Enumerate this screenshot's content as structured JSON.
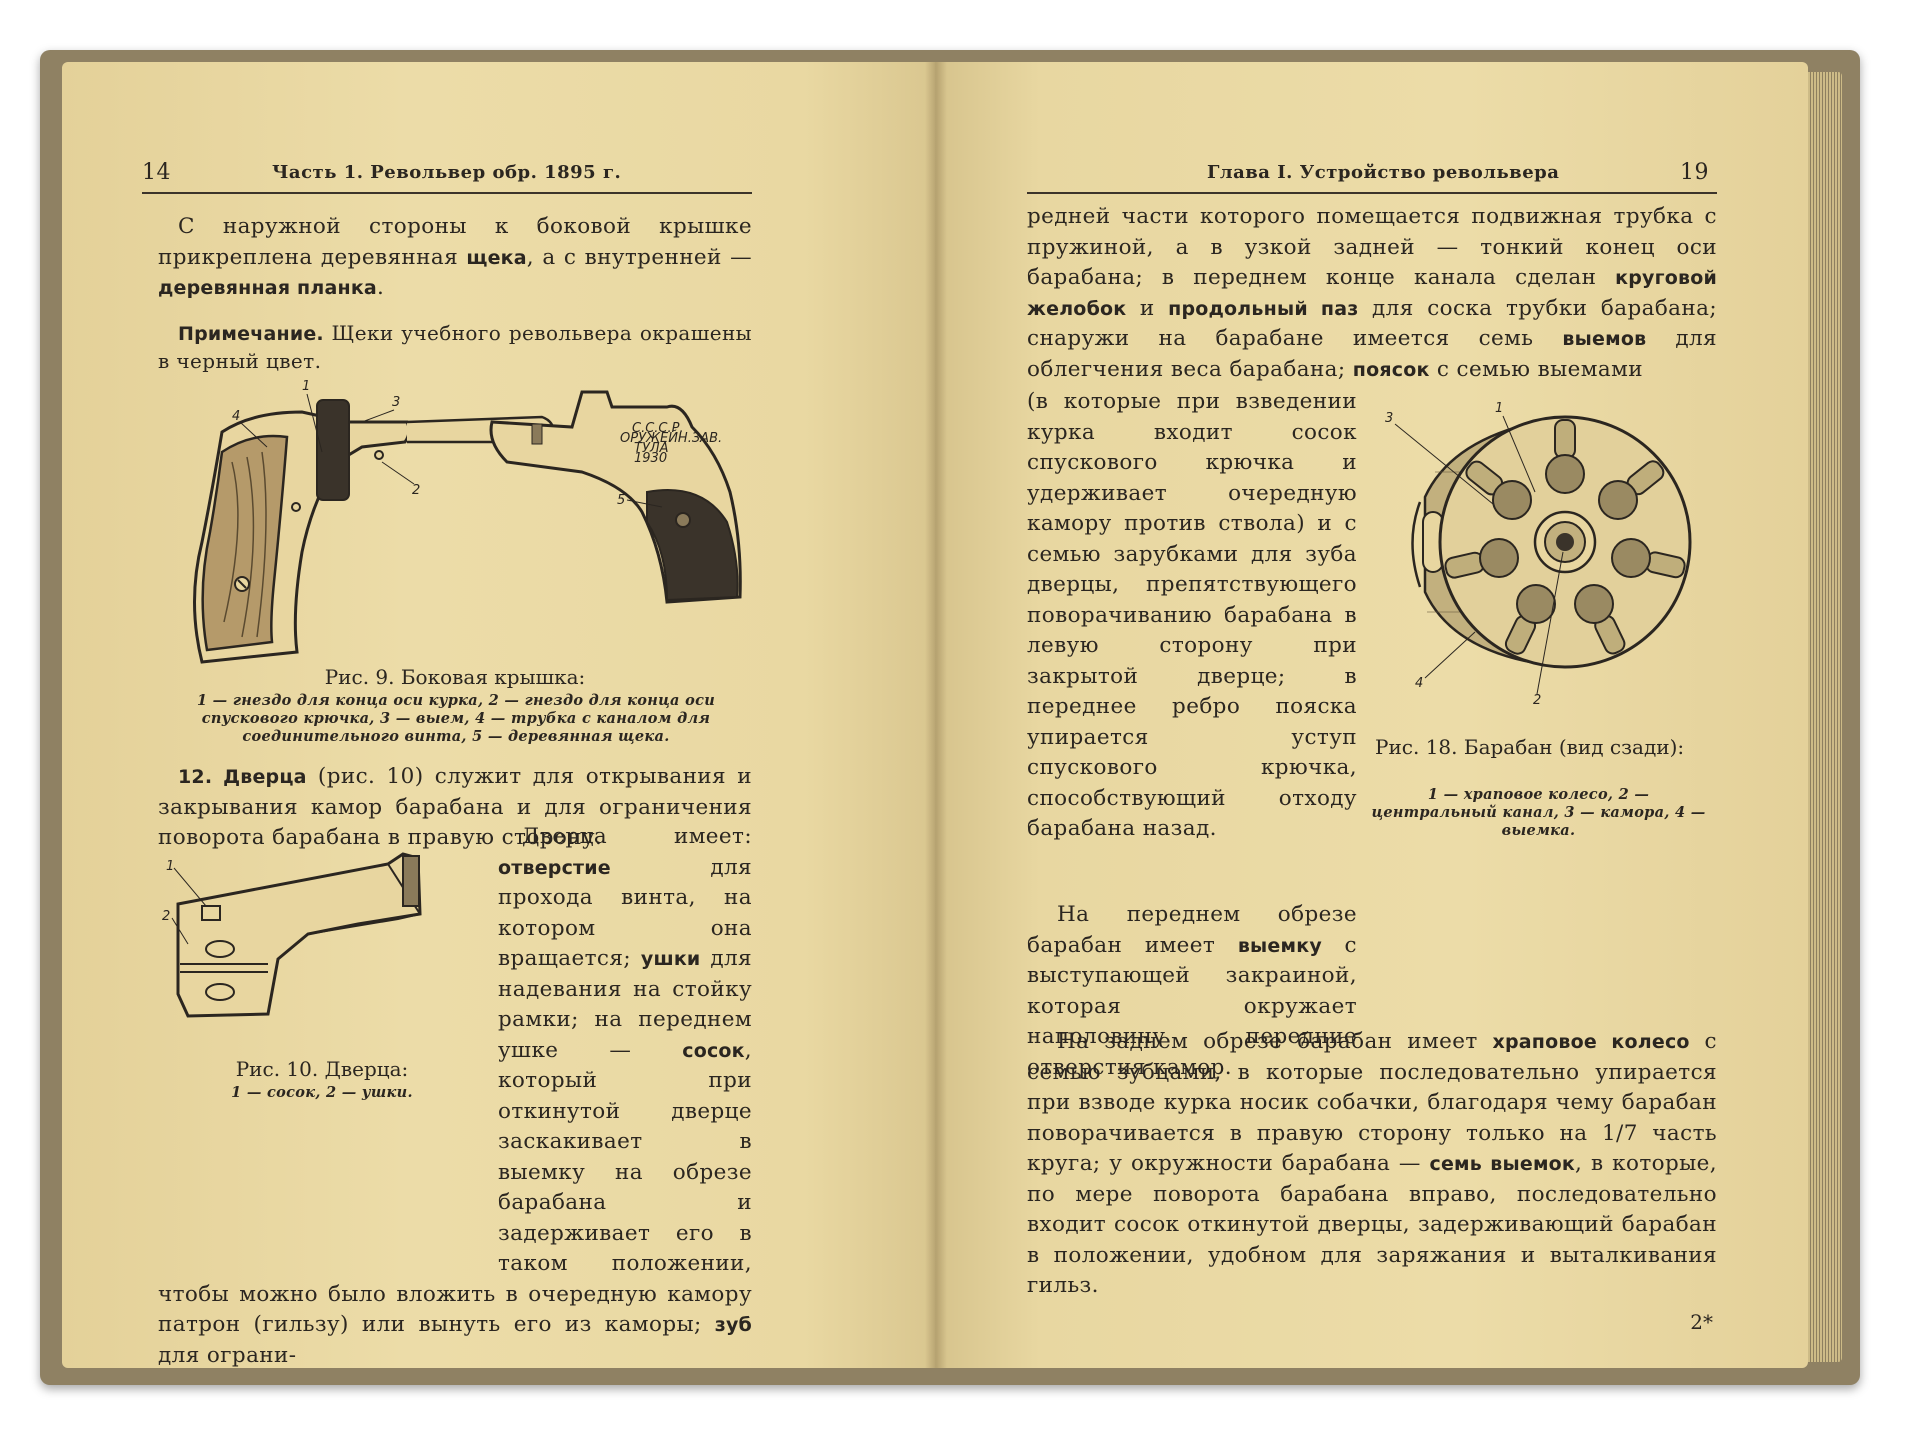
{
  "left_page": {
    "page_number": "14",
    "running_head": "Часть 1. Револьвер обр. 1895 г.",
    "para1": {
      "t1": "С наружной стороны к боковой крышке прикреплена деревянная ",
      "b1": "щека",
      "t2": ", а с внутренней — ",
      "b2": "деревянная планка",
      "t3": "."
    },
    "note": {
      "label": "Примечание.",
      "text": " Щеки учебного револьвера окрашены в черный цвет."
    },
    "fig9": {
      "caption": "Рис. 9. Боковая крышка:",
      "legend": "1 — гнездо для конца оси курка, 2 — гнездо для конца оси спускового крючка, 3 — выем, 4 — трубка с каналом для соединительного винта, 5 — деревянная щека.",
      "labels": [
        "1",
        "2",
        "3",
        "4",
        "5"
      ],
      "stamp": [
        "С.С.С.Р.",
        "ОРУЖЕЙН.ЗАВ.",
        "ТУЛА",
        "1930"
      ]
    },
    "para2": {
      "b1": "12. Дверца",
      "t1": " (рис. 10) служит для открывания и закрывания камор барабана и для ограничения поворота барабана в правую сторону."
    },
    "para3": {
      "t1": "Дверца имеет: ",
      "b1": "отверстие",
      "t2": " для прохода винта, на котором она вращается; ",
      "b2": "ушки",
      "t3": " для надевания на стойку рамки; на переднем ушке — ",
      "b3": "сосок",
      "t4": ", который при откинутой дверце заскакивает в выемку на обрезе барабана и задерживает его в таком положении, чтобы можно было вложить в очередную камору патрон (гильзу) или вынуть его из каморы; ",
      "b4": "зуб",
      "t5": " для ограни-"
    },
    "fig10": {
      "caption": "Рис. 10. Дверца:",
      "legend": "1 — сосок, 2 — ушки.",
      "labels": [
        "1",
        "2"
      ]
    }
  },
  "right_page": {
    "page_number": "19",
    "running_head": "Глава I. Устройство револьвера",
    "para1": {
      "t1": "редней части которого помещается подвижная трубка с пружиной, а в узкой задней — тонкий конец оси барабана; в переднем конце канала сделан ",
      "b1": "круговой желобок",
      "t2": " и ",
      "b2": "продольный паз",
      "t3": " для соска трубки барабана; снаружи на барабане имеется семь ",
      "b3": "выемов",
      "t4": " для облегчения веса барабана; ",
      "b4": "поясок",
      "t5": " с семью выемами"
    },
    "para1_cont": "(в которые при взведении курка входит сосок спускового крючка и удерживает очередную камору против ствола) и с семью зарубками для зуба дверцы, препятствующего поворачиванию барабана в левую сторону при закрытой дверце; в переднее ребро пояска упирается уступ спускового крючка, способствующий отходу барабана назад.",
    "para2": {
      "t1": "На переднем обрезе барабан имеет ",
      "b1": "выемку",
      "t2": " с выступающей закраиной, которая окружает наполовину передние отверстия камор."
    },
    "para3": {
      "t1": "На заднем обрезе барабан имеет ",
      "b1": "храповое колесо",
      "t2": " с семью зубцами, в которые последовательно упирается при взводе курка носик собачки, благодаря чему барабан поворачивается в правую сторону только на ",
      "frac": "1/7",
      "t3": " часть круга; у окружности барабана — ",
      "b2": "семь выемок",
      "t4": ", в которые, по мере поворота барабана вправо, последовательно входит сосок откинутой дверцы, задерживающий барабан в положении, удобном для заряжания и выталкивания гильз."
    },
    "fig18": {
      "caption": "Рис. 18. Барабан (вид сзади):",
      "legend": "1 — храповое колесо, 2 — центральный канал, 3 — камора, 4 — выемка.",
      "labels": [
        "1",
        "2",
        "3",
        "4"
      ]
    },
    "signature_mark": "2*"
  },
  "colors": {
    "paper": "#ead9a4",
    "ink": "#2b2620",
    "cover": "#8f8163"
  }
}
